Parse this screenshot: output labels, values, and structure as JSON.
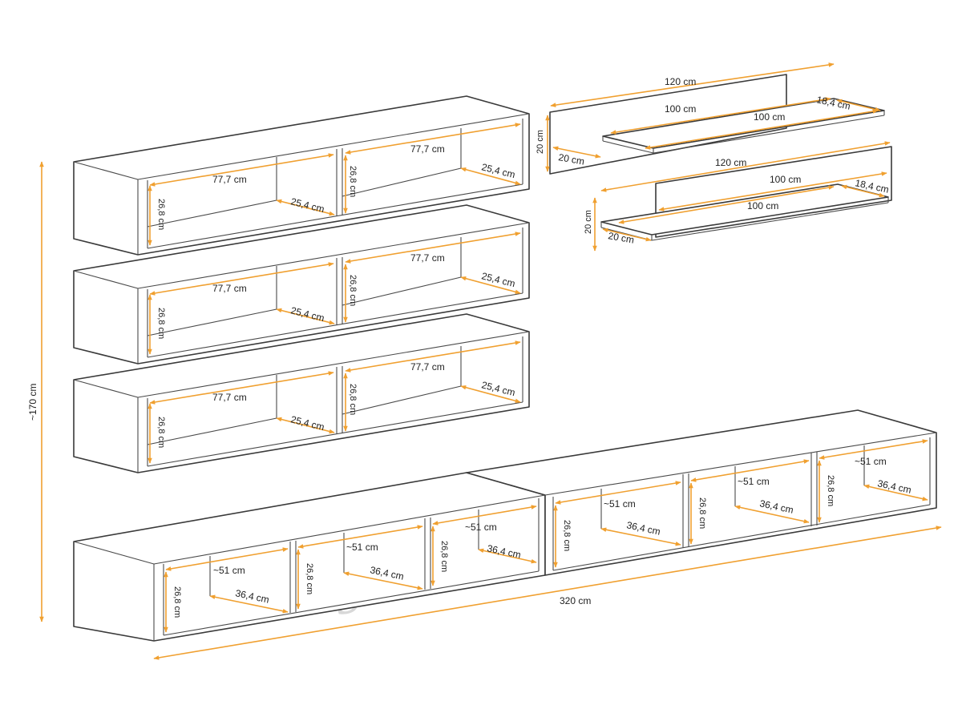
{
  "colors": {
    "dimension_line": "#f0a030",
    "outline": "#3a3a3a",
    "watermark": "#d8d8d8"
  },
  "watermark": "gerbor-kiev.ua",
  "overall": {
    "height": "~170 cm",
    "width": "320 cm"
  },
  "wall_cabinet": {
    "compartment_width": "77,7 cm",
    "height": "26,8 cm",
    "depth": "25,4 cm"
  },
  "shelf_panel": {
    "panel_length": "120 cm",
    "panel_height": "20 cm",
    "panel_depth": "20 cm",
    "shelf_length": "100 cm",
    "shelf_depth": "18,4 cm"
  },
  "low_cabinet": {
    "compartment_width": "~51 cm",
    "height": "26,8 cm",
    "depth": "36,4 cm"
  }
}
